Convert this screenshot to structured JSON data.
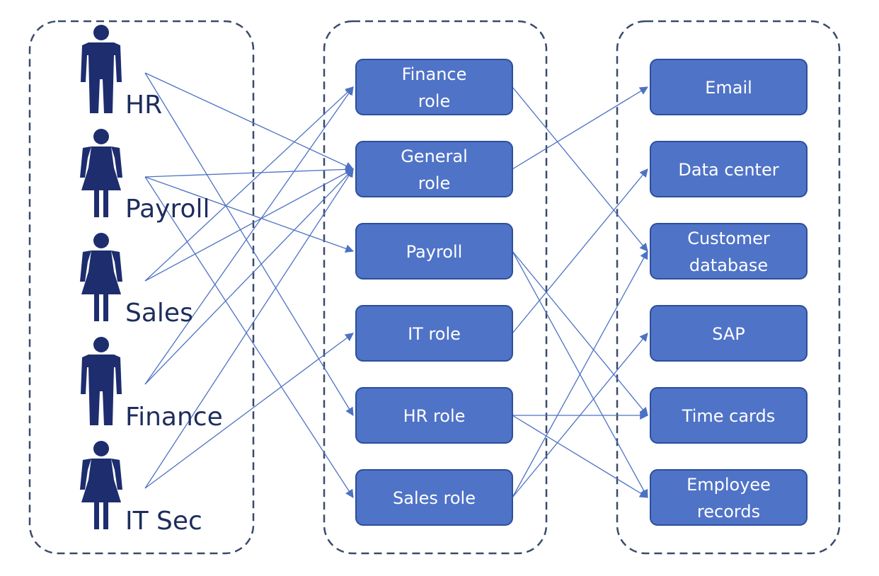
{
  "colors": {
    "node_fill": "#4f73c7",
    "node_border": "#2d4f9b",
    "connector": "#4d72c4",
    "person": "#1d2d6e",
    "group_border": "#3a4a6b"
  },
  "users": [
    {
      "id": "hr",
      "label": "HR",
      "icon": "man-icon"
    },
    {
      "id": "payroll",
      "label": "Payroll",
      "icon": "woman-icon"
    },
    {
      "id": "sales",
      "label": "Sales",
      "icon": "woman-icon"
    },
    {
      "id": "finance",
      "label": "Finance",
      "icon": "man-icon"
    },
    {
      "id": "itsec",
      "label": "IT Sec",
      "icon": "woman-icon"
    }
  ],
  "roles": [
    {
      "id": "finance_role",
      "lines": [
        "Finance",
        "role"
      ]
    },
    {
      "id": "general_role",
      "lines": [
        "General",
        "role"
      ]
    },
    {
      "id": "payroll_role",
      "lines": [
        "Payroll"
      ]
    },
    {
      "id": "it_role",
      "lines": [
        "IT role"
      ]
    },
    {
      "id": "hr_role",
      "lines": [
        "HR role"
      ]
    },
    {
      "id": "sales_role",
      "lines": [
        "Sales role"
      ]
    }
  ],
  "resources": [
    {
      "id": "email",
      "lines": [
        "Email"
      ]
    },
    {
      "id": "data_center",
      "lines": [
        "Data center"
      ]
    },
    {
      "id": "customer_db",
      "lines": [
        "Customer",
        "database"
      ]
    },
    {
      "id": "sap",
      "lines": [
        "SAP"
      ]
    },
    {
      "id": "time_cards",
      "lines": [
        "Time cards"
      ]
    },
    {
      "id": "employee_records",
      "lines": [
        "Employee",
        "records"
      ]
    }
  ],
  "user_role_links": [
    [
      "hr",
      "general_role"
    ],
    [
      "hr",
      "hr_role"
    ],
    [
      "payroll",
      "general_role"
    ],
    [
      "payroll",
      "payroll_role"
    ],
    [
      "payroll",
      "sales_role"
    ],
    [
      "sales",
      "finance_role"
    ],
    [
      "sales",
      "general_role"
    ],
    [
      "finance",
      "general_role"
    ],
    [
      "finance",
      "finance_role"
    ],
    [
      "itsec",
      "general_role"
    ],
    [
      "itsec",
      "it_role"
    ]
  ],
  "role_resource_links": [
    [
      "finance_role",
      "customer_db"
    ],
    [
      "general_role",
      "email"
    ],
    [
      "payroll_role",
      "time_cards"
    ],
    [
      "payroll_role",
      "employee_records"
    ],
    [
      "it_role",
      "data_center"
    ],
    [
      "hr_role",
      "time_cards"
    ],
    [
      "hr_role",
      "employee_records"
    ],
    [
      "sales_role",
      "customer_db"
    ],
    [
      "sales_role",
      "sap"
    ]
  ]
}
